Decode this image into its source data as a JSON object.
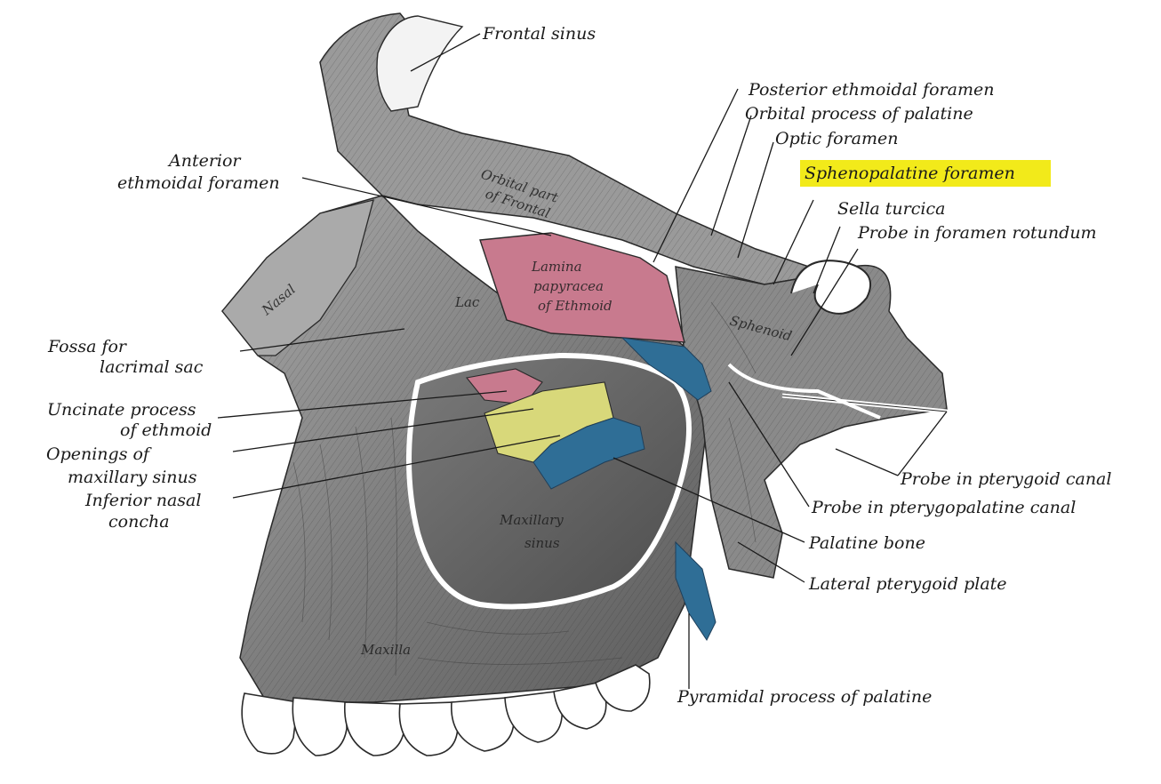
{
  "colors": {
    "bone_dark": "#5f5f5f",
    "bone_mid": "#8c8c8c",
    "bone_light": "#b8b8b8",
    "lamina_pink": "#c87a8e",
    "inferior_yellow": "#d8d87a",
    "palatine_blue": "#2f6e96",
    "highlight": "#f2ea1a",
    "teeth": "#ffffff",
    "ink": "#1a1a1a"
  },
  "labels": {
    "frontal_sinus": "Frontal sinus",
    "posterior_ethmoidal_foramen": "Posterior ethmoidal foramen",
    "orbital_process_palatine": "Orbital process of palatine",
    "optic_foramen": "Optic foramen",
    "sphenopalatine_foramen": "Sphenopalatine foramen",
    "sella_turcica": "Sella turcica",
    "probe_foramen_rotundum": "Probe in foramen rotundum",
    "anterior_ethmoidal_foramen_1": "Anterior",
    "anterior_ethmoidal_foramen_2": "ethmoidal foramen",
    "fossa_lacrimal_1": "Fossa for",
    "fossa_lacrimal_2": "lacrimal sac",
    "uncinate_1": "Uncinate process",
    "uncinate_2": "of ethmoid",
    "openings_1": "Openings of",
    "openings_2": "maxillary sinus",
    "inferior_concha_1": "Inferior nasal",
    "inferior_concha_2": "concha",
    "probe_pterygoid_canal": "Probe in pterygoid canal",
    "probe_pterygopalatine_canal": "Probe in pterygopalatine canal",
    "palatine_bone": "Palatine bone",
    "lateral_pterygoid_plate": "Lateral pterygoid plate",
    "pyramidal_process": "Pyramidal process of palatine"
  },
  "in_bone_labels": {
    "orbital_frontal_1": "Orbital part",
    "orbital_frontal_2": "of Frontal",
    "lamina_1": "Lamina",
    "lamina_2": "papyracea",
    "lamina_3": "of Ethmoid",
    "nasal": "Nasal",
    "lac": "Lac",
    "sphenoid": "Sphenoid",
    "maxillary_sinus_1": "Maxillary",
    "maxillary_sinus_2": "sinus",
    "maxilla": "Maxilla"
  }
}
